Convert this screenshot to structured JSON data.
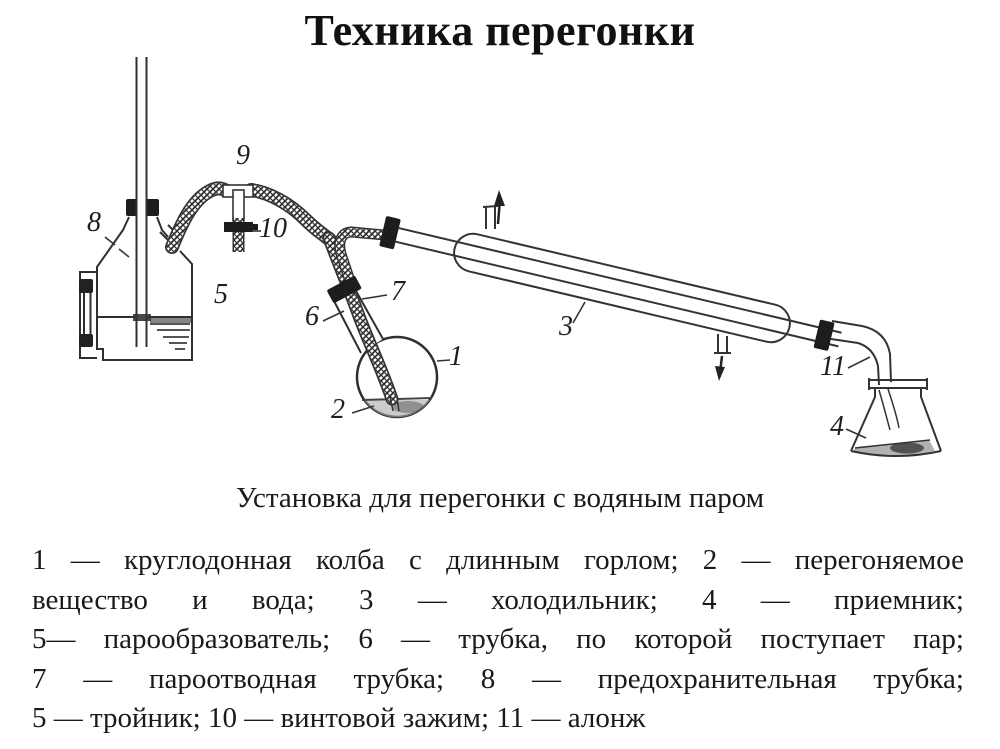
{
  "title": "Техника перегонки",
  "caption": "Установка для перегонки с водяным паром",
  "legend_lines": [
    "1 — круглодонная колба с длинным горлом; 2 — перегоняемое",
    "вещество и вода; 3 — холодильник; 4 — приемник;",
    "5— парообразователь; 6 — трубка, по которой поступает пар;",
    "7 — пароотводная трубка; 8 — предохранительная трубка;",
    "5 — тройник; 10 — винтовой зажим; 11 — алонж"
  ],
  "diagram": {
    "labels": {
      "flask": "1",
      "substance": "2",
      "condenser": "3",
      "receiver": "4",
      "steam_generator": "5",
      "steam_inlet_tube": "6",
      "vapor_outlet_tube": "7",
      "safety_tube": "8",
      "tee": "9",
      "screw_clamp": "10",
      "allonge": "11"
    }
  },
  "colors": {
    "ink": "#2f2f2f",
    "text": "#161616",
    "background": "#ffffff"
  }
}
